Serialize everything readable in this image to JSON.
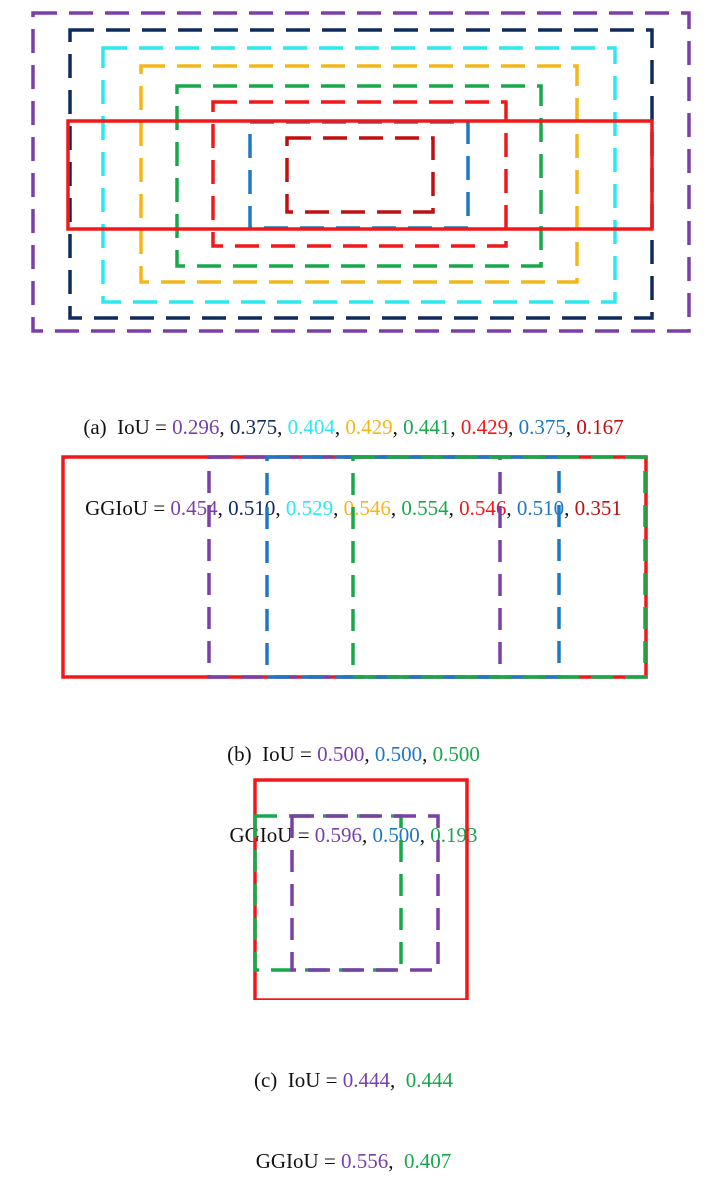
{
  "colors": {
    "purple": "#7b3fa8",
    "navy": "#102a5c",
    "cyan": "#2be8f2",
    "yellow": "#f5b718",
    "green": "#17a84c",
    "red": "#f01818",
    "blue": "#1f78c4",
    "darkred": "#c01010",
    "text": "#111111"
  },
  "panels": [
    {
      "id": "a",
      "boxes": [
        {
          "name": "box-purple",
          "color": "purple",
          "dashed": true
        },
        {
          "name": "box-navy",
          "color": "navy",
          "dashed": true
        },
        {
          "name": "box-cyan",
          "color": "cyan",
          "dashed": true
        },
        {
          "name": "box-yellow",
          "color": "yellow",
          "dashed": true
        },
        {
          "name": "box-green",
          "color": "green",
          "dashed": true
        },
        {
          "name": "box-red-dashed",
          "color": "red",
          "dashed": true
        },
        {
          "name": "box-blue",
          "color": "blue",
          "dashed": true
        },
        {
          "name": "box-darkred",
          "color": "darkred",
          "dashed": true
        },
        {
          "name": "box-ground-truth",
          "color": "red",
          "dashed": false
        }
      ],
      "caption": {
        "label": "(a)  ",
        "iou_label": "IoU = ",
        "iou": [
          {
            "v": "0.296",
            "c": "purple"
          },
          {
            "v": "0.375",
            "c": "navy"
          },
          {
            "v": "0.404",
            "c": "cyan"
          },
          {
            "v": "0.429",
            "c": "yellow"
          },
          {
            "v": "0.441",
            "c": "green"
          },
          {
            "v": "0.429",
            "c": "red"
          },
          {
            "v": "0.375",
            "c": "blue"
          },
          {
            "v": "0.167",
            "c": "darkred"
          }
        ],
        "ggiou_label": "GGIoU = ",
        "ggiou": [
          {
            "v": "0.454",
            "c": "purple"
          },
          {
            "v": "0.510",
            "c": "navy"
          },
          {
            "v": "0.529",
            "c": "cyan"
          },
          {
            "v": "0.546",
            "c": "yellow"
          },
          {
            "v": "0.554",
            "c": "green"
          },
          {
            "v": "0.546",
            "c": "red"
          },
          {
            "v": "0.510",
            "c": "blue"
          },
          {
            "v": "0.351",
            "c": "darkred"
          }
        ]
      }
    },
    {
      "id": "b",
      "boxes": [
        {
          "name": "box-ground-truth",
          "color": "red",
          "dashed": false
        },
        {
          "name": "box-purple",
          "color": "purple",
          "dashed": true
        },
        {
          "name": "box-blue",
          "color": "blue",
          "dashed": true
        },
        {
          "name": "box-green",
          "color": "green",
          "dashed": true
        }
      ],
      "caption": {
        "label": "(b)  ",
        "iou_label": "IoU = ",
        "iou": [
          {
            "v": "0.500",
            "c": "purple"
          },
          {
            "v": "0.500",
            "c": "blue"
          },
          {
            "v": "0.500",
            "c": "green"
          }
        ],
        "ggiou_label": "GGIoU = ",
        "ggiou": [
          {
            "v": "0.596",
            "c": "purple"
          },
          {
            "v": "0.500",
            "c": "blue"
          },
          {
            "v": "0.193",
            "c": "green"
          }
        ]
      }
    },
    {
      "id": "c",
      "boxes": [
        {
          "name": "box-ground-truth",
          "color": "red",
          "dashed": false
        },
        {
          "name": "box-green",
          "color": "green",
          "dashed": true
        },
        {
          "name": "box-purple",
          "color": "purple",
          "dashed": true
        }
      ],
      "caption": {
        "label": "(c)  ",
        "iou_label": "IoU = ",
        "iou": [
          {
            "v": "0.444",
            "c": "purple"
          },
          {
            "v": "0.444",
            "c": "green"
          }
        ],
        "iou_sep": ",  ",
        "ggiou_label": "GGIoU = ",
        "ggiou": [
          {
            "v": "0.556",
            "c": "purple"
          },
          {
            "v": "0.407",
            "c": "green"
          }
        ],
        "ggiou_sep": ",  "
      }
    }
  ]
}
